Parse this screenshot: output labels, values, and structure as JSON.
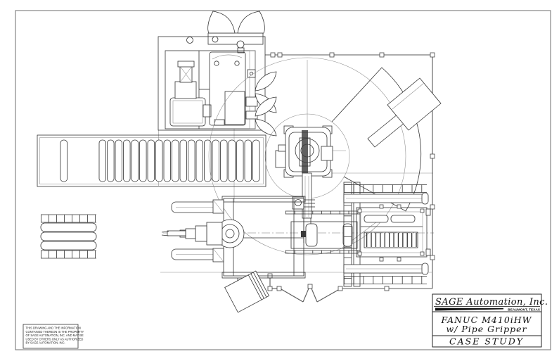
{
  "title_block": {
    "company": "SAGE Automation, Inc.",
    "location": "BEAUMONT, TEXAS",
    "line1": "FANUC M410iHW",
    "line2": "w/ Pipe Gripper",
    "doc_type": "CASE STUDY"
  },
  "disclaimer": {
    "lines": [
      "THIS DRAWING AND THE INFORMATION",
      "CONTAINED THEREON IS THE PROPERTY",
      "OF SAGE AUTOMATION, INC. AND MAY BE",
      "USED BY OTHERS ONLY AS AUTHORIZED",
      "BY SAGE AUTOMATION, INC."
    ]
  },
  "components": [
    "equipment-enclosure",
    "door-swing-arcs",
    "slat-infeed-conveyor",
    "pipe-bundle-stack",
    "robot-m410ihw-plan",
    "robot-work-envelope",
    "robot-arm-alternate-position",
    "pipe-gripper",
    "pipe-rack-machine",
    "spindle-press-machine",
    "safety-fence",
    "fence-gate",
    "tilted-control-cabinet"
  ],
  "colors": {
    "background": "#ffffff",
    "sheet_border": "#7a7a7a",
    "linework": "#333333",
    "centerline": "#777777",
    "fence": "#5a5a5a"
  }
}
